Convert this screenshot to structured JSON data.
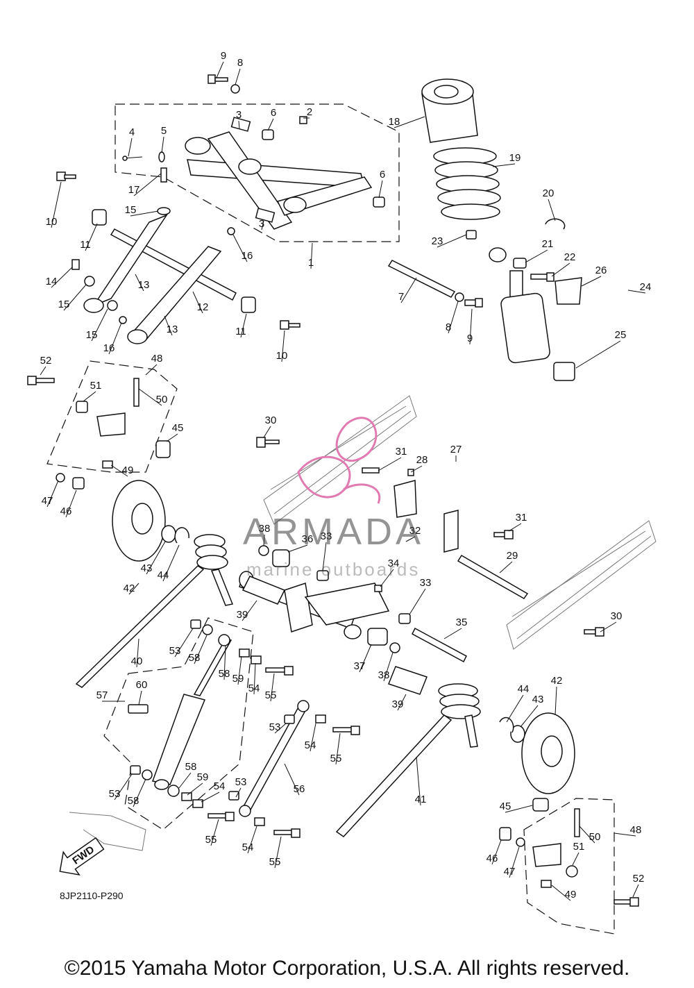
{
  "diagram_code": "8JP2110-P290",
  "copyright": "©2015 Yamaha Motor Corporation, U.S.A. All rights reserved.",
  "watermark": {
    "brand": "ARMADA",
    "tagline": "marine outboards"
  },
  "fwd_label": "FWD",
  "labels": {
    "l9a": "9",
    "l8a": "8",
    "l3a": "3",
    "l6a": "6",
    "l2": "2",
    "l18": "18",
    "l4": "4",
    "l5": "5",
    "l19": "19",
    "l17": "17",
    "l10a": "10",
    "l6b": "6",
    "l15a": "15",
    "l20": "20",
    "l11a": "11",
    "l3b": "3",
    "l23": "23",
    "l21": "21",
    "l16a": "16",
    "l1": "1",
    "l22": "22",
    "l14": "14",
    "l26": "26",
    "l24": "24",
    "l15b": "15",
    "l13a": "13",
    "l12": "12",
    "l7": "7",
    "l15c": "15",
    "l16b": "16",
    "l13b": "13",
    "l11b": "11",
    "l8b": "8",
    "l9b": "9",
    "l10b": "10",
    "l25": "25",
    "l52a": "52",
    "l48a": "48",
    "l51a": "51",
    "l50a": "50",
    "l30a": "30",
    "l45a": "45",
    "l27": "27",
    "l31a": "31",
    "l28": "28",
    "l49a": "49",
    "l47a": "47",
    "l46a": "46",
    "l31b": "31",
    "l38a": "38",
    "l36": "36",
    "l33a": "33",
    "l32": "32",
    "l29": "29",
    "l43a": "43",
    "l44a": "44",
    "l34": "34",
    "l42a": "42",
    "l33b": "33",
    "l39a": "39",
    "l30b": "30",
    "l35": "35",
    "l53a": "53",
    "l58a": "58",
    "l40": "40",
    "l37": "37",
    "l38b": "38",
    "l58b": "58",
    "l59a": "59",
    "l54a": "54",
    "l55a": "55",
    "l57": "57",
    "l60": "60",
    "l39b": "39",
    "l42b": "42",
    "l44b": "44",
    "l43b": "43",
    "l53b": "53",
    "l54b": "54",
    "l55b": "55",
    "l58c": "58",
    "l59b": "59",
    "l54c": "54",
    "l53c": "53",
    "l56": "56",
    "l41": "41",
    "l53d": "53",
    "l58d": "58",
    "l45b": "45",
    "l48b": "48",
    "l50b": "50",
    "l51b": "51",
    "l46b": "46",
    "l47b": "47",
    "l55c": "55",
    "l54d": "54",
    "l49b": "49",
    "l52b": "52",
    "l55d": "55"
  }
}
